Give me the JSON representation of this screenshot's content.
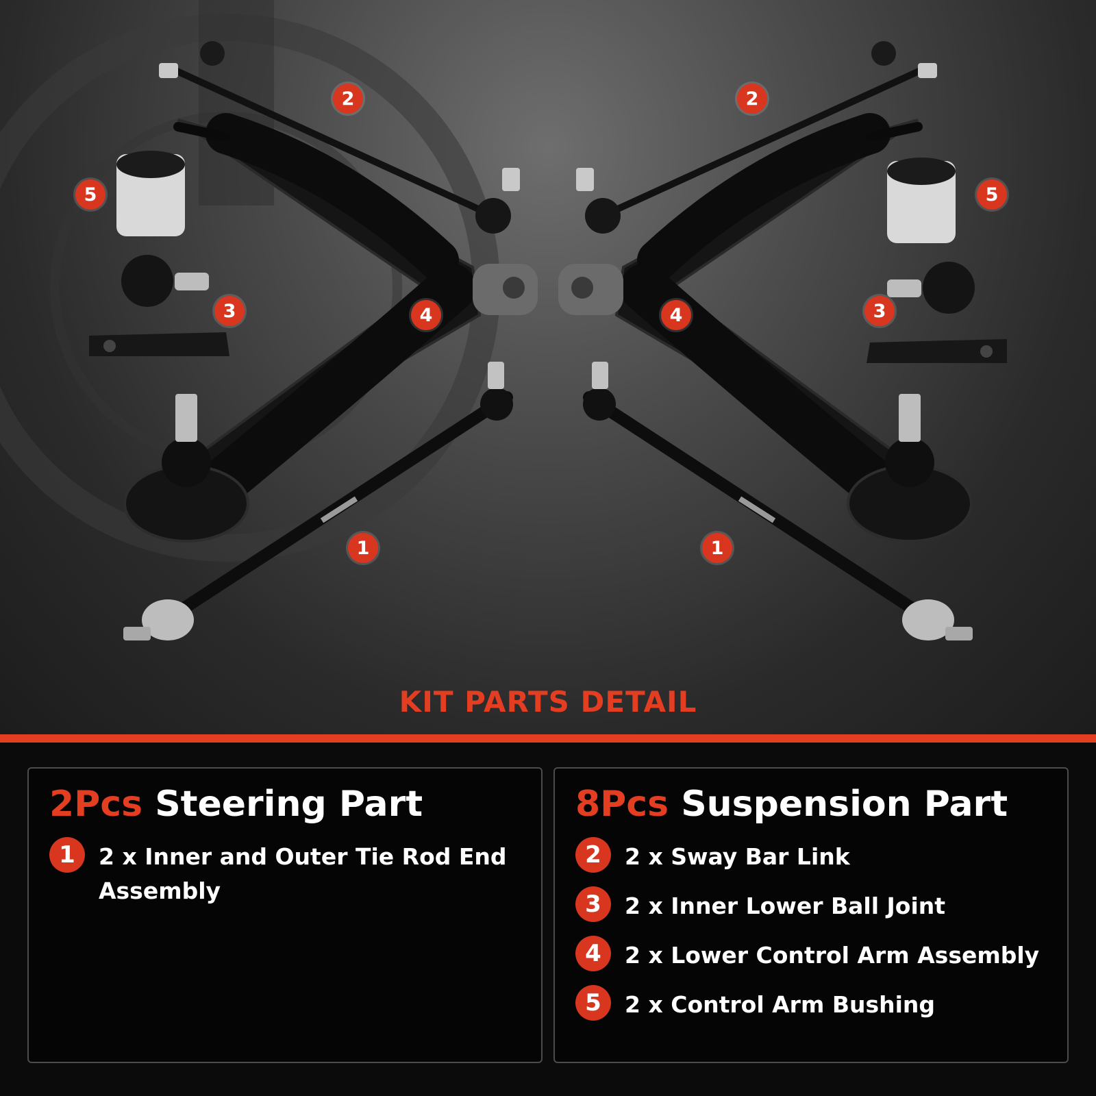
{
  "markers": {
    "m1": "1",
    "m2": "2",
    "m3": "3",
    "m4": "4",
    "m5": "5"
  },
  "headline": "KIT PARTS DETAIL",
  "steering": {
    "qty": "2Pcs",
    "label": "Steering Part",
    "items": [
      {
        "num": "1",
        "text": "2 x Inner and Outer Tie Rod End Assembly"
      }
    ]
  },
  "suspension": {
    "qty": "8Pcs",
    "label": "Suspension Part",
    "items": [
      {
        "num": "2",
        "text": "2 x Sway Bar Link"
      },
      {
        "num": "3",
        "text": "2 x Inner Lower Ball Joint"
      },
      {
        "num": "4",
        "text": "2 x Lower Control Arm Assembly"
      },
      {
        "num": "5",
        "text": "2 x Control Arm Bushing"
      }
    ]
  },
  "colors": {
    "accent": "#e33d22",
    "background": "#0b0b0b",
    "panel_border": "#4c4c4c"
  }
}
